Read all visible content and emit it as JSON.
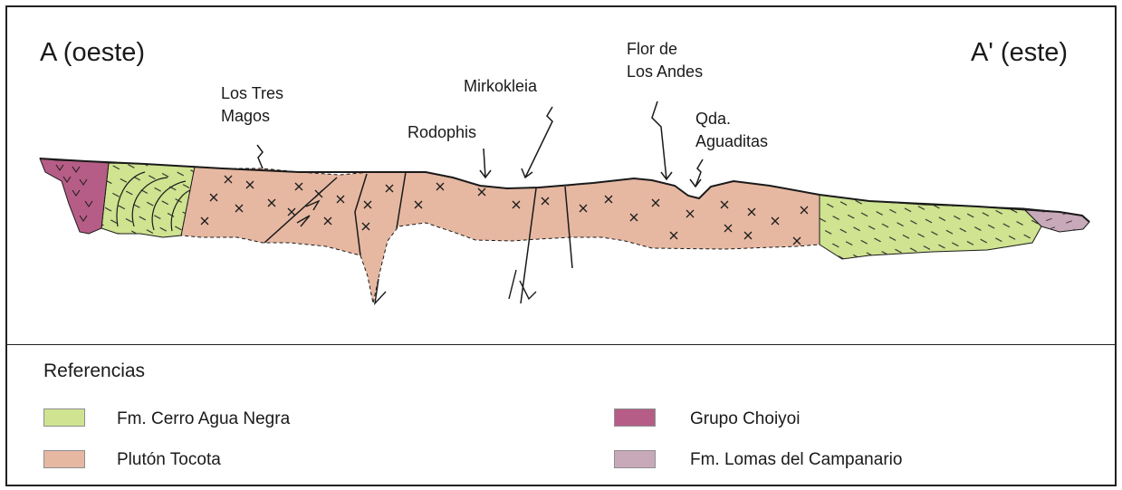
{
  "section": {
    "left_end_label": "A (oeste)",
    "right_end_label": "A' (este)"
  },
  "localities": [
    {
      "id": "los-tres-magos",
      "lines": [
        "Los Tres",
        "Magos"
      ]
    },
    {
      "id": "rodophis",
      "lines": [
        "Rodophis"
      ]
    },
    {
      "id": "mirkokleia",
      "lines": [
        "Mirkokleia"
      ]
    },
    {
      "id": "flor-de-los-andes",
      "lines": [
        "Flor de",
        "Los Andes"
      ]
    },
    {
      "id": "qda-aguaditas",
      "lines": [
        "Qda.",
        "Aguaditas"
      ]
    }
  ],
  "legend": {
    "title": "Referencias",
    "items": [
      {
        "label": "Fm. Cerro Agua Negra",
        "color": "#cfe390"
      },
      {
        "label": "Plutón Tocota",
        "color": "#e6b8a2"
      },
      {
        "label": "Grupo Choiyoi",
        "color": "#b55d86"
      },
      {
        "label": "Fm. Lomas del Campanario",
        "color": "#c7a9b9"
      }
    ]
  },
  "colors": {
    "fm_cerro_agua_negra": "#cfe390",
    "pluton_tocota": "#e6b8a2",
    "grupo_choiyoi": "#b55d86",
    "fm_lomas_del_campanario": "#c7a9b9",
    "line": "#1a1a1a"
  }
}
